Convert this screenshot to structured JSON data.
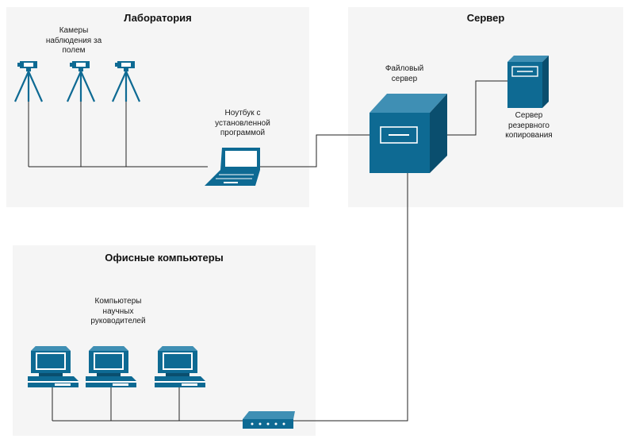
{
  "zones": {
    "lab": {
      "title": "Лаборатория"
    },
    "server": {
      "title": "Сервер"
    },
    "office": {
      "title": "Офисные компьютеры"
    }
  },
  "labels": {
    "cameras": "Камеры наблюдения за полем",
    "laptop": "Ноутбук с установленной программой",
    "file_server": "Файловый сервер",
    "backup_server": "Сервер резервного копирования",
    "computers": "Компьютеры научных руководителей"
  },
  "colors": {
    "device": "#0e6a93",
    "device_dark": "#0a4e6e",
    "device_light": "#3f8fb4",
    "zone_bg": "#f5f5f5",
    "wire": "#222222"
  },
  "icons": {
    "camera": "tripod-camera-icon",
    "laptop": "laptop-icon",
    "file_server": "server-cube-icon",
    "backup_server": "server-tower-icon",
    "computer": "desktop-computer-icon",
    "switch": "network-switch-icon"
  }
}
